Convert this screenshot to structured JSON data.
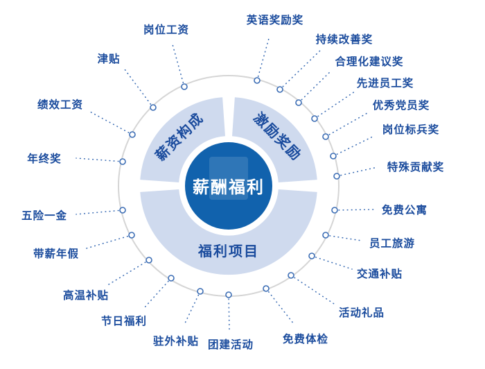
{
  "center_title": "薪酬福利",
  "branches": [
    {
      "segment": "薪资构成",
      "items": [
        "岗位工资",
        "津贴",
        "绩效工资",
        "年终奖"
      ]
    },
    {
      "segment": "激励奖励",
      "items": [
        "英语奖励奖",
        "持续改善奖",
        "合理化建议奖",
        "先进员工奖",
        "优秀党员奖",
        "岗位标兵奖",
        "特殊贡献奖"
      ]
    },
    {
      "segment": "福利项目",
      "items": [
        "免费公寓",
        "员工旅游",
        "交通补贴",
        "活动礼品",
        "免费体检",
        "团建活动",
        "驻外补贴",
        "节日福利",
        "高温补贴",
        "带薪年假",
        "五险一金"
      ]
    }
  ],
  "colors": {
    "centerBlue": "#1162ad",
    "segmentBlue": "#cfdaee",
    "labelBlue": "#1a4b9d",
    "lineBlue": "#3a6cb4",
    "ringGray": "#d5d5d5"
  }
}
